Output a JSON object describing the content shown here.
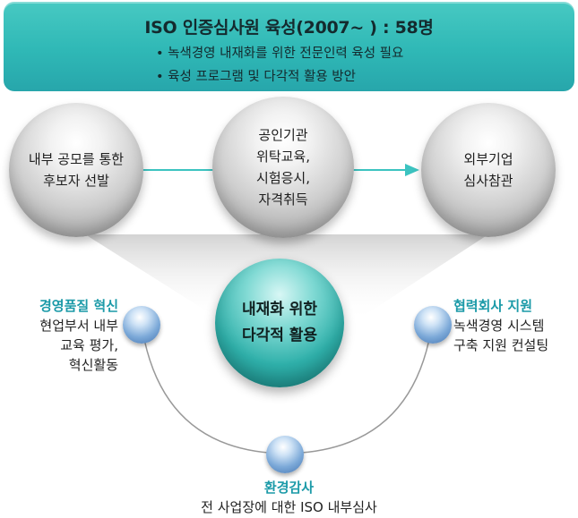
{
  "banner": {
    "title": "ISO 인증심사원 육성(2007~ ) : 58명",
    "line1": "• 녹색경영 내재화를 위한 전문인력 육성 필요",
    "line2": "• 육성 프로그램 및 다각적 활용 방안"
  },
  "steps": [
    {
      "line1": "내부 공모를 통한",
      "line2": "후보자 선발"
    },
    {
      "line1": "공인기관",
      "line2": "위탁교육,",
      "line3": "시험응시,",
      "line4": "자격취득"
    },
    {
      "line1": "외부기업",
      "line2": "심사참관"
    }
  ],
  "center": {
    "line1": "내재화 위한",
    "line2": "다각적 활용"
  },
  "uses": {
    "left": {
      "title": "경영품질 혁신",
      "line1": "현업부서 내부",
      "line2": "교육 평가,",
      "line3": "혁신활동"
    },
    "right": {
      "title": "협력회사 지원",
      "line1": "녹색경영 시스템",
      "line2": "구축 지원 컨설팅"
    },
    "bottom": {
      "title": "환경감사",
      "line1": "전 사업장에 대한 ISO 내부심사"
    }
  },
  "colors": {
    "banner": "#2fb8b6",
    "accent": "#1b9aa8",
    "arrow": "#3cc3c0"
  }
}
